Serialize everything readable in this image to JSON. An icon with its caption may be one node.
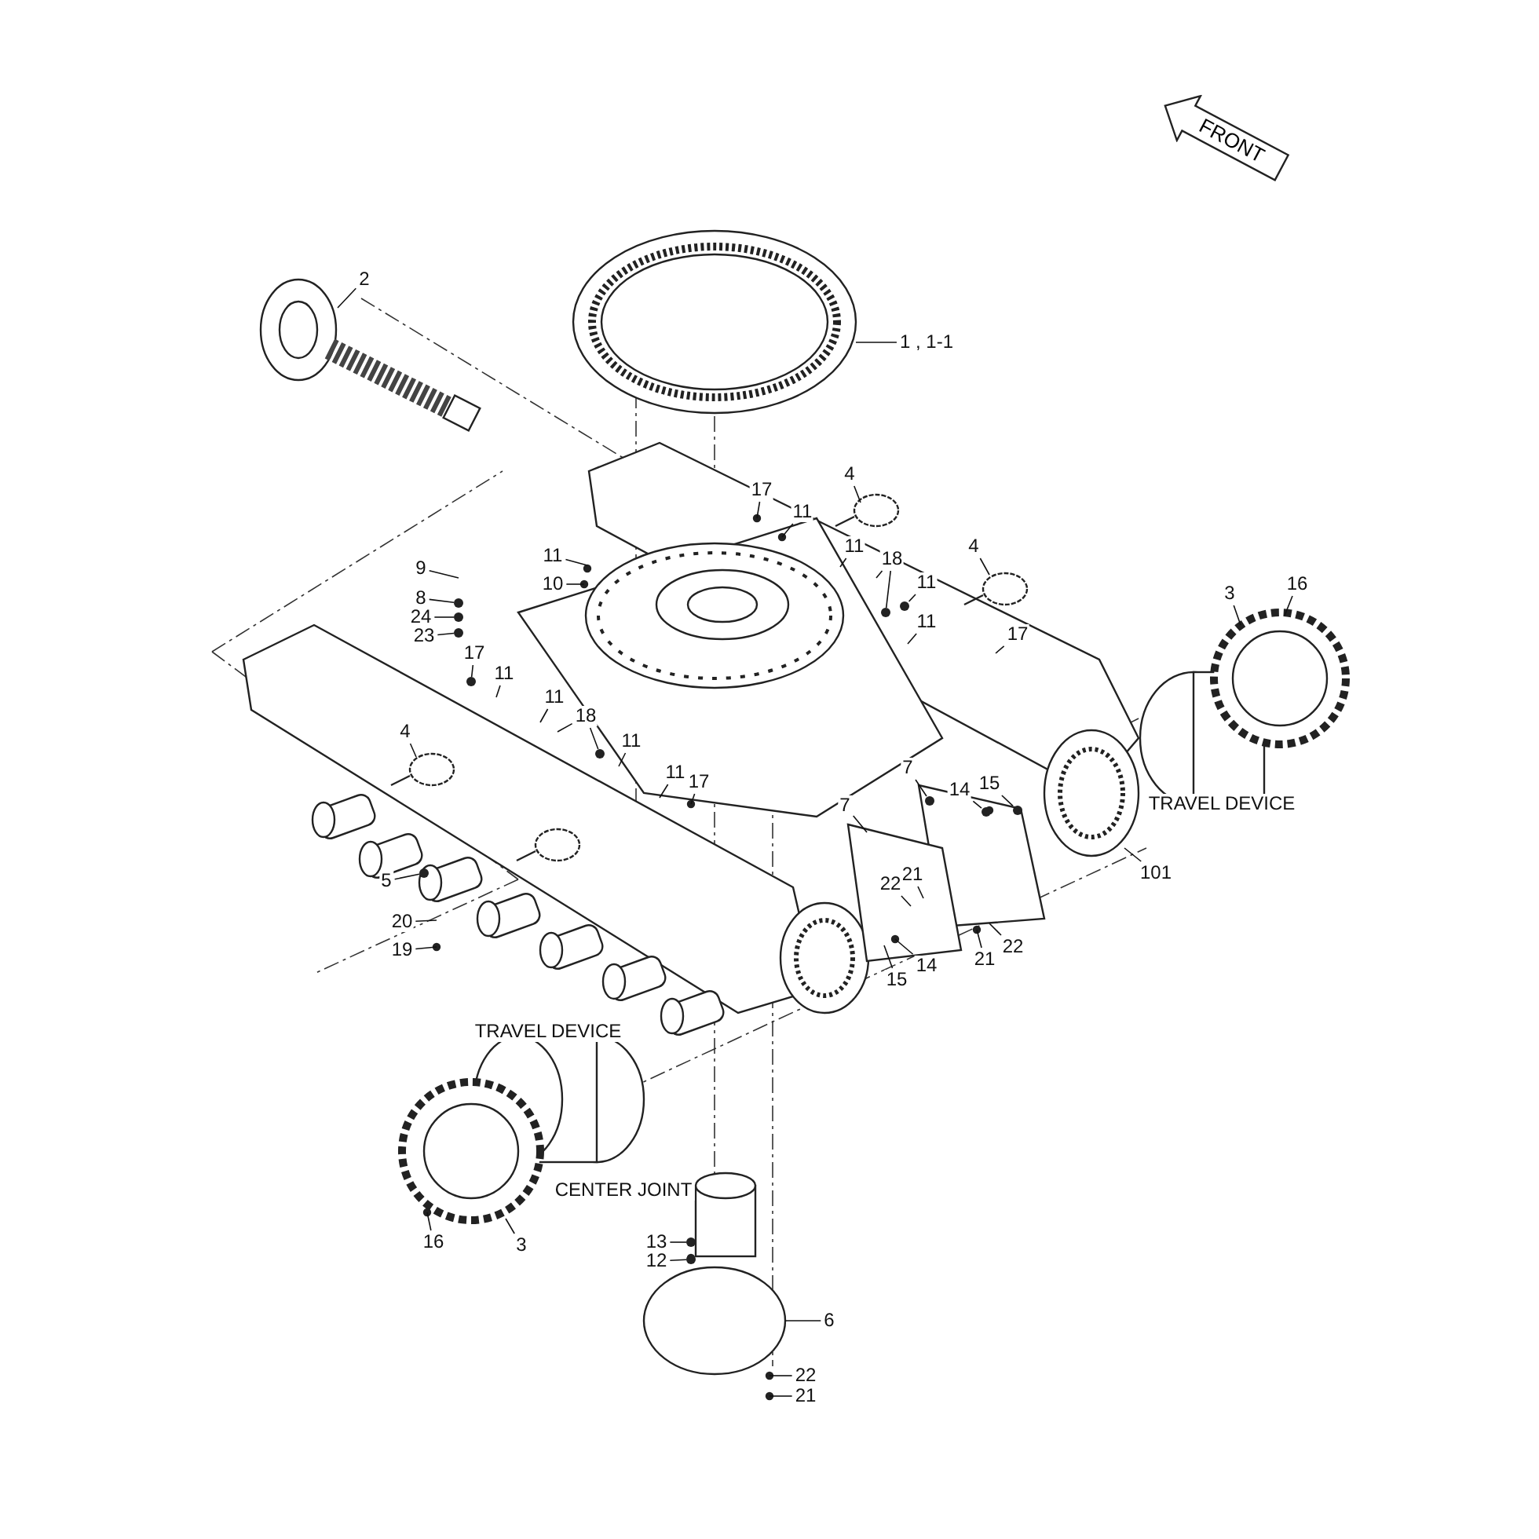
{
  "diagram": {
    "nodes": [
      {
        "text": [
          "FRONT"
        ]
      },
      {
        "text": [
          "1 , 1-1"
        ]
      },
      {
        "text": [
          "2"
        ]
      },
      {
        "text": [
          "3"
        ]
      },
      {
        "text": [
          "16"
        ]
      },
      {
        "text": [
          "4"
        ]
      },
      {
        "text": [
          "17"
        ]
      },
      {
        "text": [
          "11"
        ]
      },
      {
        "text": [
          "11"
        ]
      },
      {
        "text": [
          "9"
        ]
      },
      {
        "text": [
          "11"
        ]
      },
      {
        "text": [
          "10"
        ]
      },
      {
        "text": [
          "4"
        ]
      },
      {
        "text": [
          "18"
        ]
      },
      {
        "text": [
          "11"
        ]
      },
      {
        "text": [
          "8"
        ]
      },
      {
        "text": [
          "24"
        ]
      },
      {
        "text": [
          "23"
        ]
      },
      {
        "text": [
          "11"
        ]
      },
      {
        "text": [
          "17"
        ]
      },
      {
        "text": [
          "17"
        ]
      },
      {
        "text": [
          "11"
        ]
      },
      {
        "text": [
          "11"
        ]
      },
      {
        "text": [
          "18"
        ]
      },
      {
        "text": [
          "4"
        ]
      },
      {
        "text": [
          "11"
        ]
      },
      {
        "text": [
          "11"
        ]
      },
      {
        "text": [
          "17"
        ]
      },
      {
        "text": [
          "7"
        ]
      },
      {
        "text": [
          "14"
        ]
      },
      {
        "text": [
          "15"
        ]
      },
      {
        "text": [
          "7"
        ]
      },
      {
        "text": [
          "101"
        ]
      },
      {
        "text": [
          "5"
        ]
      },
      {
        "text": [
          "22"
        ]
      },
      {
        "text": [
          "21"
        ]
      },
      {
        "text": [
          "20"
        ]
      },
      {
        "text": [
          "19"
        ]
      },
      {
        "text": [
          "14"
        ]
      },
      {
        "text": [
          "15"
        ]
      },
      {
        "text": [
          "21"
        ]
      },
      {
        "text": [
          "22"
        ]
      },
      {
        "text": [
          "16"
        ]
      },
      {
        "text": [
          "3"
        ]
      },
      {
        "text": [
          "13"
        ]
      },
      {
        "text": [
          "12"
        ]
      },
      {
        "text": [
          "6"
        ]
      },
      {
        "text": [
          "22"
        ]
      },
      {
        "text": [
          "21"
        ]
      },
      {
        "text": [],
        "shape": "circle"
      },
      {
        "text": [],
        "shape": "circle"
      },
      {
        "text": [],
        "shape": "circle"
      },
      {
        "text": [],
        "shape": "circle"
      },
      {
        "text": [],
        "shape": "circle"
      },
      {
        "text": [],
        "shape": "circle"
      },
      {
        "text": [],
        "shape": "circle"
      },
      {
        "text": [],
        "shape": "circle"
      },
      {
        "text": [],
        "shape": "circle"
      },
      {
        "text": [],
        "shape": "circle"
      },
      {
        "text": [],
        "shape": "circle"
      },
      {
        "text": [],
        "shape": "circle"
      },
      {
        "text": [],
        "shape": "circle"
      }
    ],
    "edges": [
      {
        "from": 1,
        "to": null,
        "arrow": "none"
      },
      {
        "from": 2,
        "to": null,
        "arrow": "none"
      },
      {
        "from": 3,
        "to": null,
        "arrow": "none"
      },
      {
        "from": 4,
        "to": null,
        "arrow": "none"
      },
      {
        "from": 5,
        "to": null,
        "arrow": "none"
      },
      {
        "from": 6,
        "to": null,
        "arrow": "none"
      },
      {
        "from": 7,
        "to": null,
        "arrow": "none"
      },
      {
        "from": 8,
        "to": null,
        "arrow": "none"
      },
      {
        "from": 9,
        "to": null,
        "arrow": "none"
      },
      {
        "from": 10,
        "to": null,
        "arrow": "none"
      },
      {
        "from": 11,
        "to": null,
        "arrow": "none"
      },
      {
        "from": 12,
        "to": null,
        "arrow": "none"
      },
      {
        "from": 13,
        "to": null,
        "arrow": "none"
      },
      {
        "from": 13,
        "to": 49,
        "arrow": "none"
      },
      {
        "from": 14,
        "to": 50,
        "arrow": "none"
      },
      {
        "from": 15,
        "to": 51,
        "arrow": "none"
      },
      {
        "from": 16,
        "to": 52,
        "arrow": "none"
      },
      {
        "from": 17,
        "to": 53,
        "arrow": "none"
      },
      {
        "from": 18,
        "to": null,
        "arrow": "none"
      },
      {
        "from": 19,
        "to": null,
        "arrow": "none"
      },
      {
        "from": 20,
        "to": 54,
        "arrow": "none"
      },
      {
        "from": 21,
        "to": null,
        "arrow": "none"
      },
      {
        "from": 22,
        "to": null,
        "arrow": "none"
      },
      {
        "from": 23,
        "to": null,
        "arrow": "none"
      },
      {
        "from": 23,
        "to": 55,
        "arrow": "none"
      },
      {
        "from": 24,
        "to": null,
        "arrow": "none"
      },
      {
        "from": 25,
        "to": null,
        "arrow": "none"
      },
      {
        "from": 26,
        "to": null,
        "arrow": "none"
      },
      {
        "from": 27,
        "to": null,
        "arrow": "none"
      },
      {
        "from": 28,
        "to": 56,
        "arrow": "none"
      },
      {
        "from": 29,
        "to": 57,
        "arrow": "none"
      },
      {
        "from": 30,
        "to": 61,
        "arrow": "none"
      },
      {
        "from": 31,
        "to": null,
        "arrow": "none"
      },
      {
        "from": 32,
        "to": null,
        "arrow": "none"
      },
      {
        "from": 33,
        "to": 58,
        "arrow": "none"
      },
      {
        "from": 34,
        "to": null,
        "arrow": "none"
      },
      {
        "from": 35,
        "to": null,
        "arrow": "none"
      },
      {
        "from": 36,
        "to": null,
        "arrow": "none"
      },
      {
        "from": 37,
        "to": null,
        "arrow": "none"
      },
      {
        "from": 38,
        "to": null,
        "arrow": "none"
      },
      {
        "from": 39,
        "to": null,
        "arrow": "none"
      },
      {
        "from": 40,
        "to": null,
        "arrow": "none"
      },
      {
        "from": 41,
        "to": null,
        "arrow": "none"
      },
      {
        "from": 42,
        "to": null,
        "arrow": "none"
      },
      {
        "from": 43,
        "to": null,
        "arrow": "none"
      },
      {
        "from": 44,
        "to": 59,
        "arrow": "none"
      },
      {
        "from": 45,
        "to": 60,
        "arrow": "none"
      },
      {
        "from": 46,
        "to": null,
        "arrow": "none"
      },
      {
        "from": 47,
        "to": null,
        "arrow": "none"
      },
      {
        "from": 48,
        "to": null,
        "arrow": "none"
      }
    ],
    "labels": [
      "TRAVEL DEVICE",
      "TRAVEL DEVICE",
      "CENTER JOINT"
    ]
  }
}
